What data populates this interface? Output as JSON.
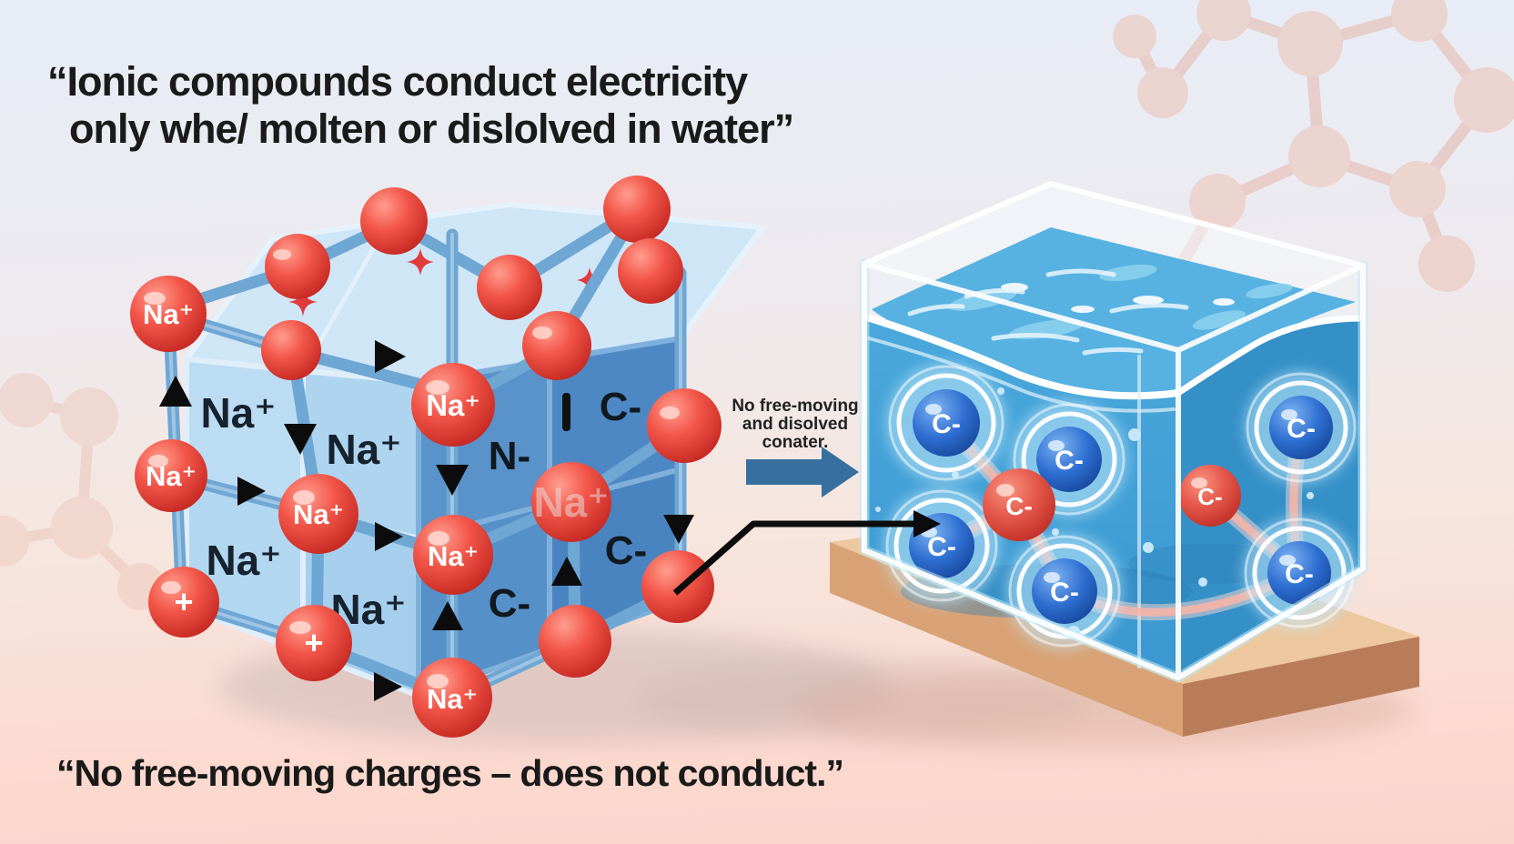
{
  "title": {
    "line1": "“Ionic compounds conduct electricity",
    "line2": "only whe/ molten or dislolved in water”"
  },
  "middle_note": {
    "line1": "No free-moving",
    "line2": "and disolved",
    "line3": "conater."
  },
  "bottom_caption": "“No free-moving charges – does not conduct.”",
  "crystal": {
    "sphere_labels": [
      "Na⁺",
      "Na⁺",
      "+",
      "Na⁺",
      "+",
      "Na⁺",
      "Na⁺",
      "Na⁺"
    ],
    "ghost_label": "Na⁺",
    "front_face_labels": [
      "Na⁺",
      "Na⁺",
      "Na⁺",
      "Na⁺"
    ],
    "side_face_labels": [
      "C-",
      "N-",
      "C-",
      "C-"
    ]
  },
  "tank": {
    "blue_ion_labels": [
      "C-",
      "C-",
      "C-",
      "C-",
      "C-",
      "C-"
    ],
    "red_ion_labels": [
      "C-",
      "C-"
    ]
  },
  "colors": {
    "cation_red": "#e04038",
    "anion_blue": "#2266c0",
    "face_light_blue": "#b5d9f2",
    "face_medium_blue": "#5890c8",
    "water_blue": "#45a3d8",
    "arrow_blue": "#376f9f",
    "base_tan": "#d9a276",
    "text_dark": "#1a1a1a"
  }
}
